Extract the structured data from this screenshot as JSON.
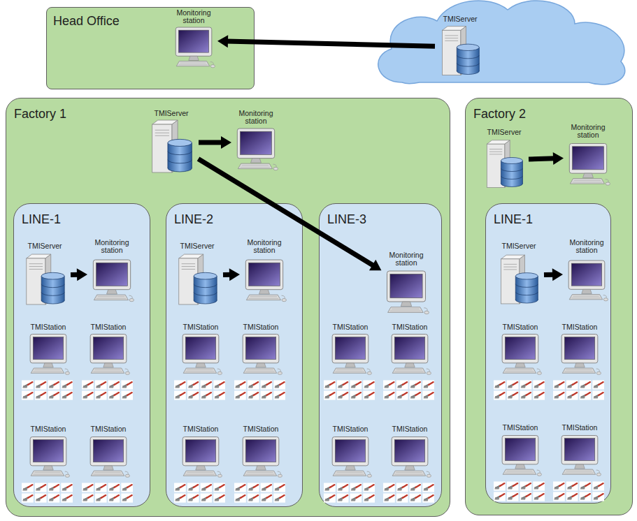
{
  "diagram": {
    "nodes": [
      {
        "text": [
          "Head Office"
        ]
      },
      {
        "text": [
          "Monitoring station"
        ],
        "in": 0
      },
      {
        "text": [
          "TMIServer"
        ]
      },
      {
        "text": [
          "Factory 1"
        ]
      },
      {
        "text": [
          "TMIServer"
        ],
        "in": 3
      },
      {
        "text": [
          "Monitoring station"
        ],
        "in": 3
      },
      {
        "text": [
          "LINE-1"
        ],
        "in": 3
      },
      {
        "text": [
          "TMIServer"
        ],
        "in": 6
      },
      {
        "text": [
          "Monitoring station"
        ],
        "in": 6
      },
      {
        "text": [
          "TMIStation"
        ],
        "in": 6
      },
      {
        "text": [
          "TMIStation"
        ],
        "in": 6
      },
      {
        "text": [
          "TMIStation"
        ],
        "in": 6
      },
      {
        "text": [
          "TMIStation"
        ],
        "in": 6
      },
      {
        "text": [
          "LINE-2"
        ],
        "in": 3
      },
      {
        "text": [
          "TMIServer"
        ],
        "in": 13
      },
      {
        "text": [
          "Monitoring station"
        ],
        "in": 13
      },
      {
        "text": [
          "TMIStation"
        ],
        "in": 13
      },
      {
        "text": [
          "TMIStation"
        ],
        "in": 13
      },
      {
        "text": [
          "TMIStation"
        ],
        "in": 13
      },
      {
        "text": [
          "TMIStation"
        ],
        "in": 13
      },
      {
        "text": [
          "LINE-3"
        ],
        "in": 3
      },
      {
        "text": [
          "Monitoring station"
        ],
        "in": 20
      },
      {
        "text": [
          "TMIStation"
        ],
        "in": 20
      },
      {
        "text": [
          "TMIStation"
        ],
        "in": 20
      },
      {
        "text": [
          "TMIStation"
        ],
        "in": 20
      },
      {
        "text": [
          "TMIStation"
        ],
        "in": 20
      },
      {
        "text": [
          "Factory 2"
        ]
      },
      {
        "text": [
          "TMIServer"
        ],
        "in": 26
      },
      {
        "text": [
          "Monitoring station"
        ],
        "in": 26
      },
      {
        "text": [
          "LINE-1"
        ],
        "in": 26
      },
      {
        "text": [
          "TMIServer"
        ],
        "in": 29
      },
      {
        "text": [
          "Monitoring station"
        ],
        "in": 29
      },
      {
        "text": [
          "TMIStation"
        ],
        "in": 29
      },
      {
        "text": [
          "TMIStation"
        ],
        "in": 29
      },
      {
        "text": [
          "TMIStation"
        ],
        "in": 29
      },
      {
        "text": [
          "TMIStation"
        ],
        "in": 29
      }
    ],
    "edges": [
      {
        "from": 2,
        "to": 1,
        "arrow": "to"
      },
      {
        "from": 4,
        "to": 5,
        "arrow": "to"
      },
      {
        "from": 4,
        "to": 21,
        "arrow": "to"
      },
      {
        "from": 7,
        "to": 8,
        "arrow": "to"
      },
      {
        "from": 14,
        "to": 15,
        "arrow": "to"
      },
      {
        "from": 27,
        "to": 28,
        "arrow": "to"
      },
      {
        "from": 30,
        "to": 31,
        "arrow": "to"
      }
    ]
  }
}
